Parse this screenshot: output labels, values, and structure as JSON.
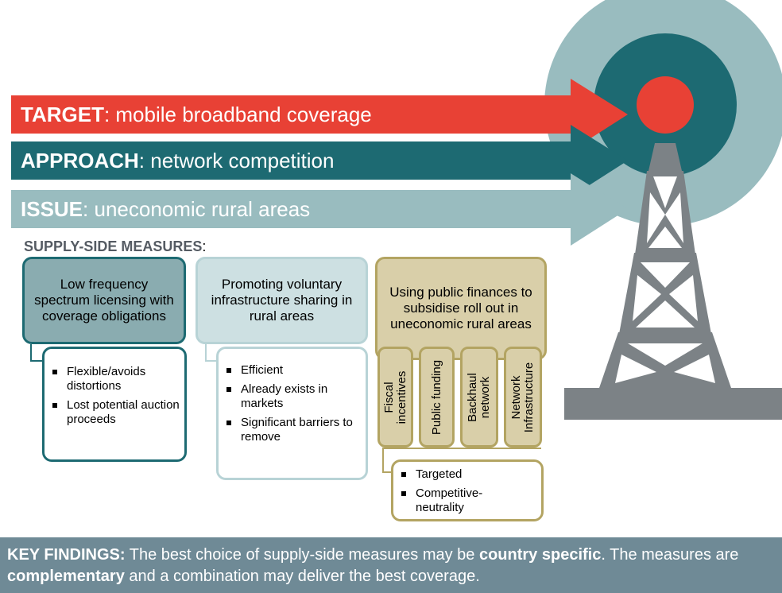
{
  "colors": {
    "target": "#e84135",
    "approach": "#1d6a72",
    "issue": "#99bcbf",
    "tower": "#7c8286",
    "findings_bg": "#6f8a96"
  },
  "arrows": {
    "target": {
      "bold": "TARGET",
      "rest": ": mobile broadband coverage"
    },
    "approach": {
      "bold": "APPROACH",
      "rest": ": network competition"
    },
    "issue": {
      "bold": "ISSUE",
      "rest": ": uneconomic rural areas"
    }
  },
  "supply": {
    "title": "SUPPLY-SIDE MEASURES",
    "colon": ":"
  },
  "measures": [
    {
      "label": "Low frequency spectrum licensing with coverage obligations",
      "points": [
        "Flexible/avoids distortions",
        "Lost potential auction proceeds"
      ]
    },
    {
      "label": "Promoting voluntary infrastructure sharing in rural areas",
      "points": [
        "Efficient",
        "Already exists in markets",
        "Significant barriers to remove"
      ]
    },
    {
      "label": "Using public finances to subsidise roll out in uneconomic rural areas",
      "options": [
        "Fiscal incentives",
        "Public funding",
        "Backhaul network",
        "Network Infrastructure"
      ],
      "points": [
        "Targeted",
        "Competitive-neutrality"
      ]
    }
  ],
  "findings": {
    "lead": "KEY FINDINGS:",
    "t1": " The best choice of supply-side measures may be ",
    "b1": "country specific",
    "t2": ". The measures are ",
    "b2": "complementary",
    "t3": " and a combination may deliver the best coverage."
  }
}
